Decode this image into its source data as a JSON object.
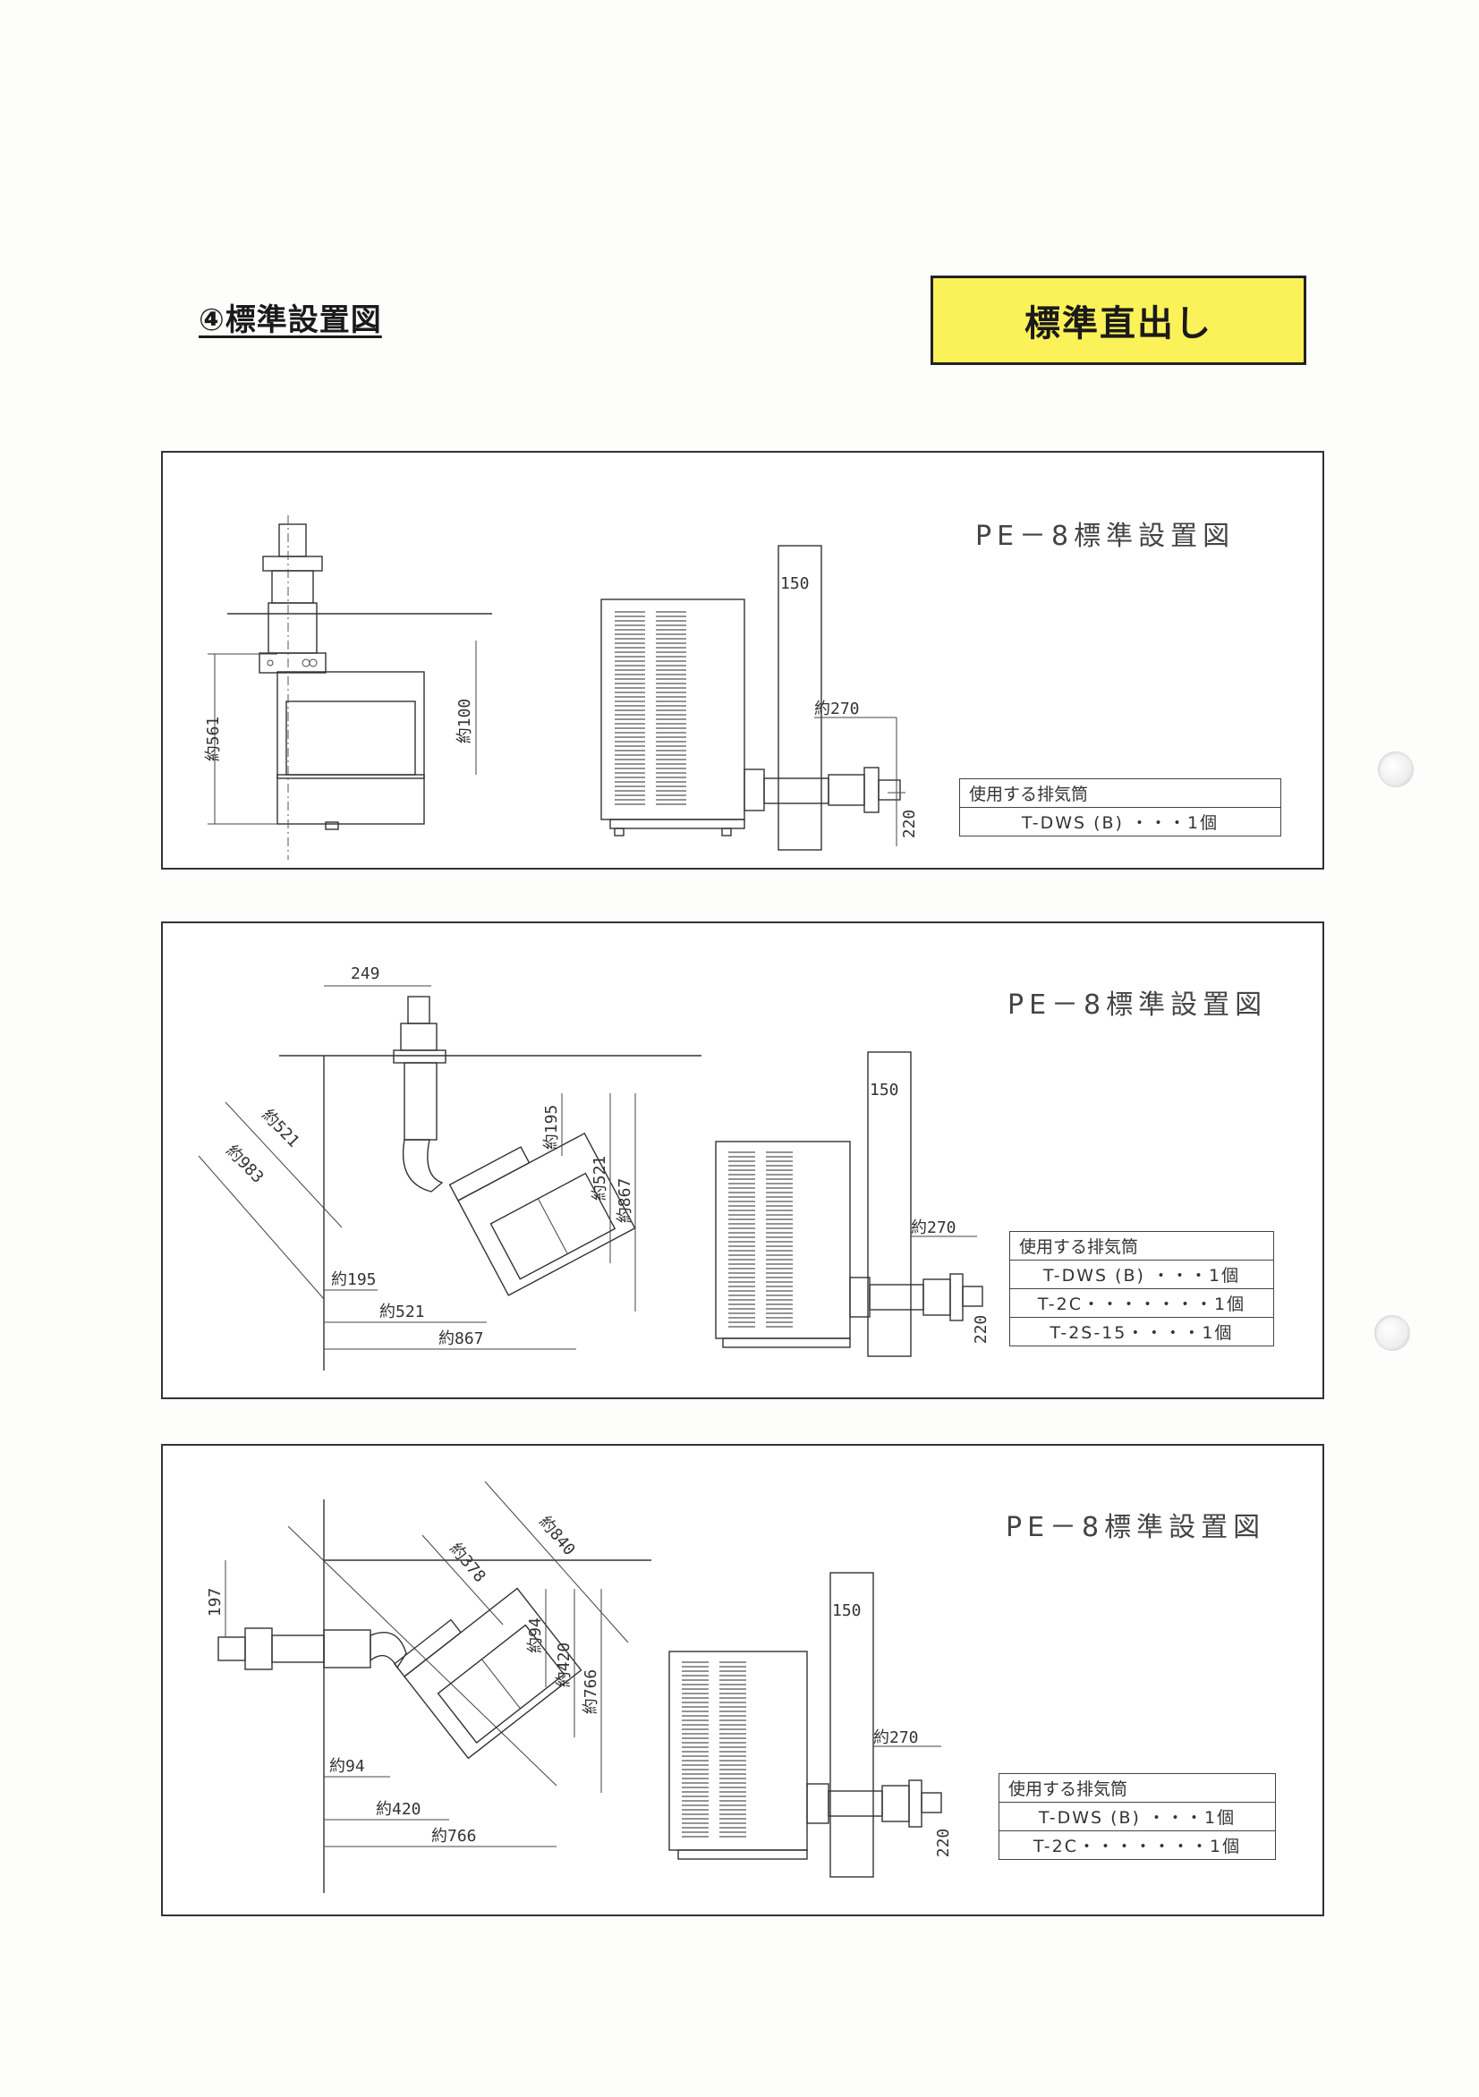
{
  "header": {
    "section_title": "④標準設置図",
    "badge_label": "標準直出し"
  },
  "panels": [
    {
      "title": "PE－8標準設置図",
      "dims": {
        "a": "150",
        "b": "約270",
        "c": "220",
        "d": "約561",
        "e": "約100"
      },
      "parts_header": "使用する排気筒",
      "parts": [
        "T-DWS (B) ・・・1個"
      ]
    },
    {
      "title": "PE－8標準設置図",
      "dims": {
        "a": "150",
        "b": "約270",
        "c": "220",
        "d": "249",
        "e": "約521",
        "f": "約983",
        "g": "約195",
        "h": "約521",
        "i": "約867",
        "j": "約195",
        "k": "約521",
        "l": "約867"
      },
      "parts_header": "使用する排気筒",
      "parts": [
        "T-DWS (B) ・・・1個",
        "T-2C・・・・・・・1個",
        "T-2S-15・・・・1個"
      ]
    },
    {
      "title": "PE－8標準設置図",
      "dims": {
        "a": "150",
        "b": "約270",
        "c": "220",
        "d": "197",
        "e": "約840",
        "f": "約378",
        "g": "約94",
        "h": "約420",
        "i": "約766",
        "j": "約94",
        "k": "約420",
        "l": "約766"
      },
      "parts_header": "使用する排気筒",
      "parts": [
        "T-DWS (B) ・・・1個",
        "T-2C・・・・・・・1個"
      ]
    }
  ]
}
